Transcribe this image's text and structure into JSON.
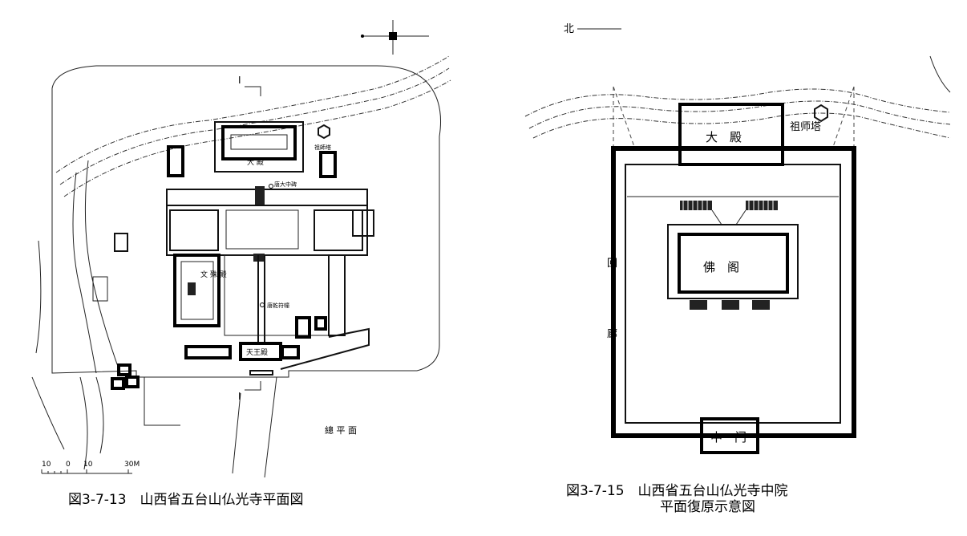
{
  "left_figure": {
    "caption": "図3-7-13　山西省五台山仏光寺平面図",
    "labels": {
      "section_mark_top": "I",
      "section_mark_bottom": "I",
      "main_hall": "大 殿",
      "zushi_pagoda": "祖師塔",
      "daizoku_tablet": "唐大中碑",
      "wenshu_hall": "文 殊 殿",
      "dhani_pillar": "唐乾符幢",
      "tianwang_hall": "天王殿",
      "general_plan": "總 平 面",
      "scale_ticks": [
        "10",
        "0",
        "10",
        "30M"
      ]
    }
  },
  "right_figure": {
    "caption_line1": "図3-7-15　山西省五台山仏光寺中院",
    "caption_line2": "平面復原示意図",
    "labels": {
      "north": "北",
      "main_hall": "大　殿",
      "zushi_pagoda": "祖师塔",
      "buddha_pavilion": "佛　阁",
      "corridor_1": "回",
      "corridor_2": "廊",
      "middle_gate": "中　门"
    }
  }
}
